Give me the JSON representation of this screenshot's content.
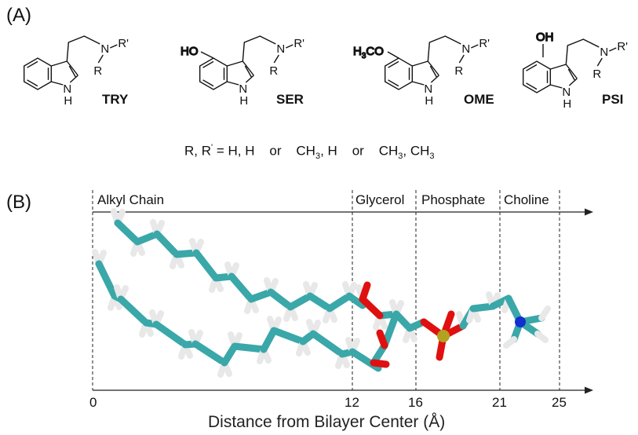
{
  "panel_a": {
    "label": "(A)",
    "molecules": [
      {
        "name": "TRY",
        "ring_substituent": "",
        "amine_left": "R",
        "amine_right": "R'"
      },
      {
        "name": "SER",
        "ring_substituent": "HO",
        "amine_left": "R",
        "amine_right": "R'"
      },
      {
        "name": "OME",
        "ring_substituent": "H3CO",
        "amine_left": "R",
        "amine_right": "R'"
      },
      {
        "name": "PSI",
        "ring_substituent": "OH",
        "amine_left": "R",
        "amine_right": "R'"
      }
    ],
    "atom_labels": {
      "nitrogen": "N",
      "hydrogen": "H"
    },
    "substituent_text": "R, R' = H, H   or   CH3, H   or   CH3, CH3"
  },
  "panel_b": {
    "label": "(B)",
    "regions": [
      "Alkyl Chain",
      "Glycerol",
      "Phosphate",
      "Choline"
    ],
    "axis_ticks": [
      "0",
      "12",
      "16",
      "21",
      "25"
    ],
    "axis_title": "Distance from Bilayer Center (Å)",
    "colors": {
      "carbon": "#3aa7a9",
      "hydrogen": "#e8e8e8",
      "oxygen": "#e01010",
      "phosphorus": "#b3a21f",
      "nitrogen": "#1030d0"
    }
  }
}
